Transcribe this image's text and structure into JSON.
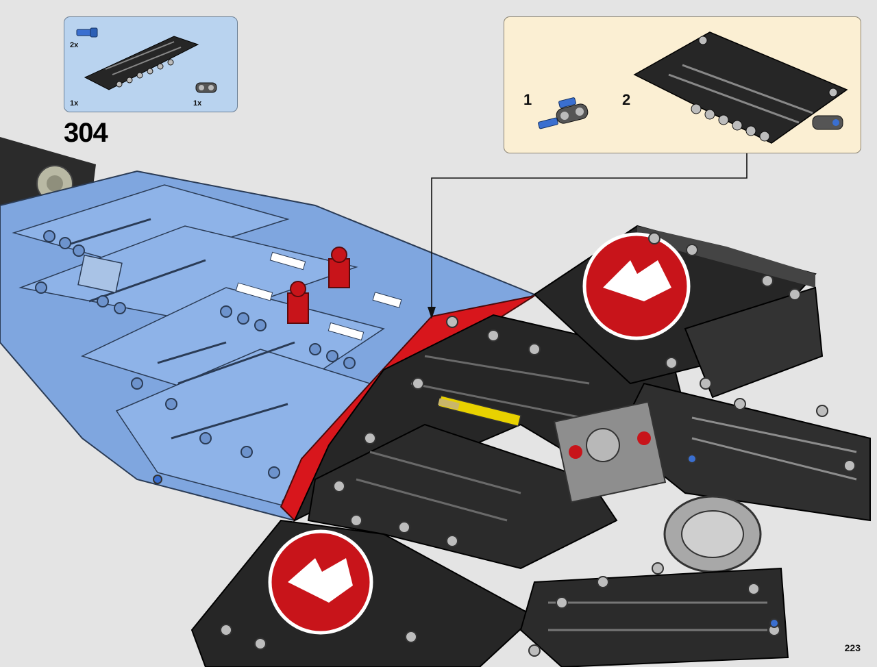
{
  "parts_list": {
    "items": [
      {
        "part": "blue-axle-pin",
        "quantity": "2x"
      },
      {
        "part": "black-panel-beam",
        "quantity": "1x"
      },
      {
        "part": "dark-grey-connector",
        "quantity": "1x"
      }
    ]
  },
  "step": {
    "number": "304"
  },
  "subassembly": {
    "substeps": [
      {
        "number": "1"
      },
      {
        "number": "2"
      }
    ]
  },
  "page": {
    "number": "223"
  },
  "colors": {
    "parts_box_bg": "#b9d3ef",
    "subassembly_bg": "#fbefd3",
    "model_blue": "#7fa6df",
    "model_black": "#262626",
    "model_red": "#d8161c",
    "model_grey": "#9a9a9a"
  }
}
